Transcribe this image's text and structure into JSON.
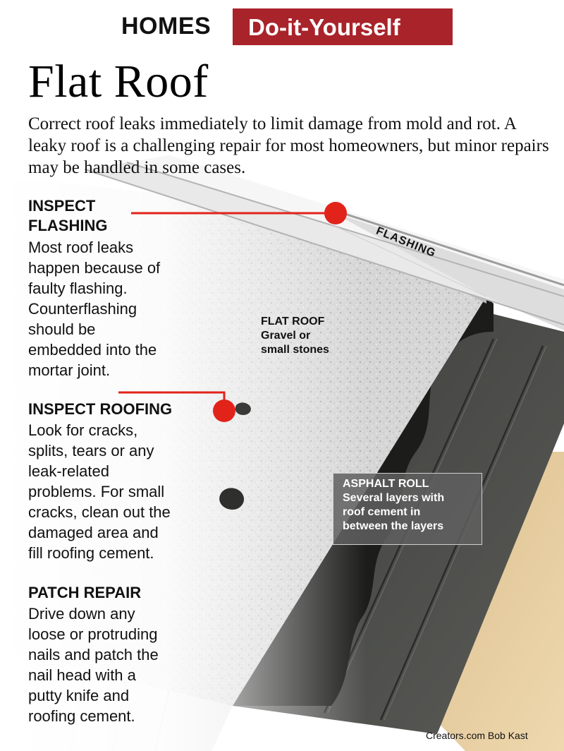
{
  "header": {
    "section": "HOMES",
    "tag": "Do-it-Yourself",
    "title": "Flat Roof",
    "intro": "Correct roof leaks immediately to limit damage from mold and rot. A leaky roof is a challenging repair for most homeowners, but minor repairs may be handled in some cases."
  },
  "sections": [
    {
      "heading_lines": [
        "INSPECT",
        "FLASHING"
      ],
      "body_lines": [
        "Most roof leaks",
        "happen because of",
        "faulty flashing.",
        "Counterflashing",
        "should be",
        "embedded  into the",
        "mortar joint."
      ]
    },
    {
      "heading_lines": [
        "INSPECT ROOFING"
      ],
      "body_lines": [
        "Look for cracks,",
        "splits, tears or any",
        "leak-related",
        "problems. For small",
        "cracks, clean out the",
        "damaged area and",
        "fill roofing cement."
      ]
    },
    {
      "heading_lines": [
        "PATCH REPAIR"
      ],
      "body_lines": [
        "Drive down any",
        "loose or protruding",
        "nails and patch the",
        "nail head with a",
        "putty knife and",
        "roofing cement."
      ]
    }
  ],
  "labels": {
    "flashing": "FLASHING",
    "flat_roof": {
      "title": "FLAT ROOF",
      "lines": [
        "Gravel or",
        "small stones"
      ]
    },
    "asphalt_roll": {
      "title": "ASPHALT ROLL",
      "lines": [
        "Several layers with",
        "roof cement in",
        "between the layers"
      ]
    }
  },
  "credit": "Creators.com Bob Kast",
  "colors": {
    "accent_red": "#a9232a",
    "callout_red": "#e2231a",
    "gravel": "#d4d4d4",
    "asphalt": "#4b4c49",
    "wood": "#e2c79a"
  }
}
